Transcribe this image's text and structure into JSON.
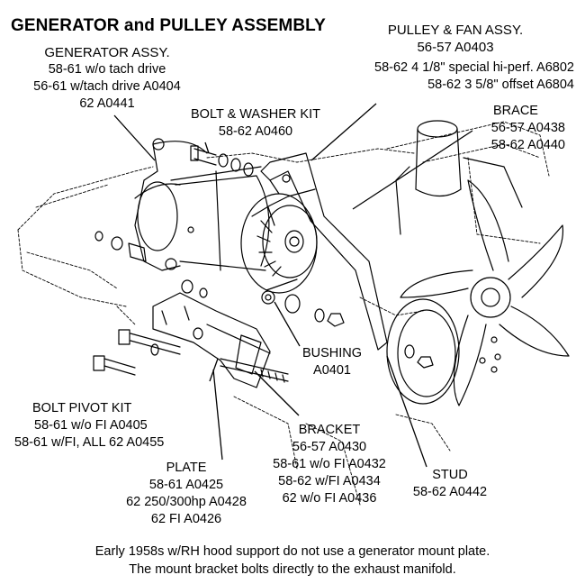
{
  "title": "GENERATOR and PULLEY ASSEMBLY",
  "labels": {
    "pulley_fan": [
      "PULLEY & FAN ASSY.",
      "56-57  A0403",
      "58-62 4 1/8\" special hi-perf. A6802",
      "58-62 3 5/8\" offset  A6804"
    ],
    "generator": [
      "GENERATOR ASSY.",
      "58-61 w/o tach drive",
      "56-61 w/tach drive A0404",
      "62  A0441"
    ],
    "bolt_washer": [
      "BOLT & WASHER KIT",
      "58-62  A0460"
    ],
    "brace": [
      "BRACE",
      "56-57 A0438",
      "58-62 A0440"
    ],
    "bushing": [
      "BUSHING",
      "A0401"
    ],
    "bolt_pivot": [
      "BOLT PIVOT KIT",
      "58-61 w/o FI  A0405",
      "58-61 w/FI, ALL 62 A0455"
    ],
    "bracket": [
      "BRACKET",
      "56-57 A0430",
      "58-61 w/o FI A0432",
      "58-62 w/FI A0434",
      "62 w/o FI A0436"
    ],
    "plate": [
      "PLATE",
      "58-61 A0425",
      "62 250/300hp A0428",
      "62 FI A0426"
    ],
    "stud": [
      "STUD",
      "58-62 A0442"
    ]
  },
  "footer": [
    "Early 1958s w/RH hood support do not use a generator mount plate.",
    "The mount bracket bolts directly to the exhaust manifold."
  ]
}
